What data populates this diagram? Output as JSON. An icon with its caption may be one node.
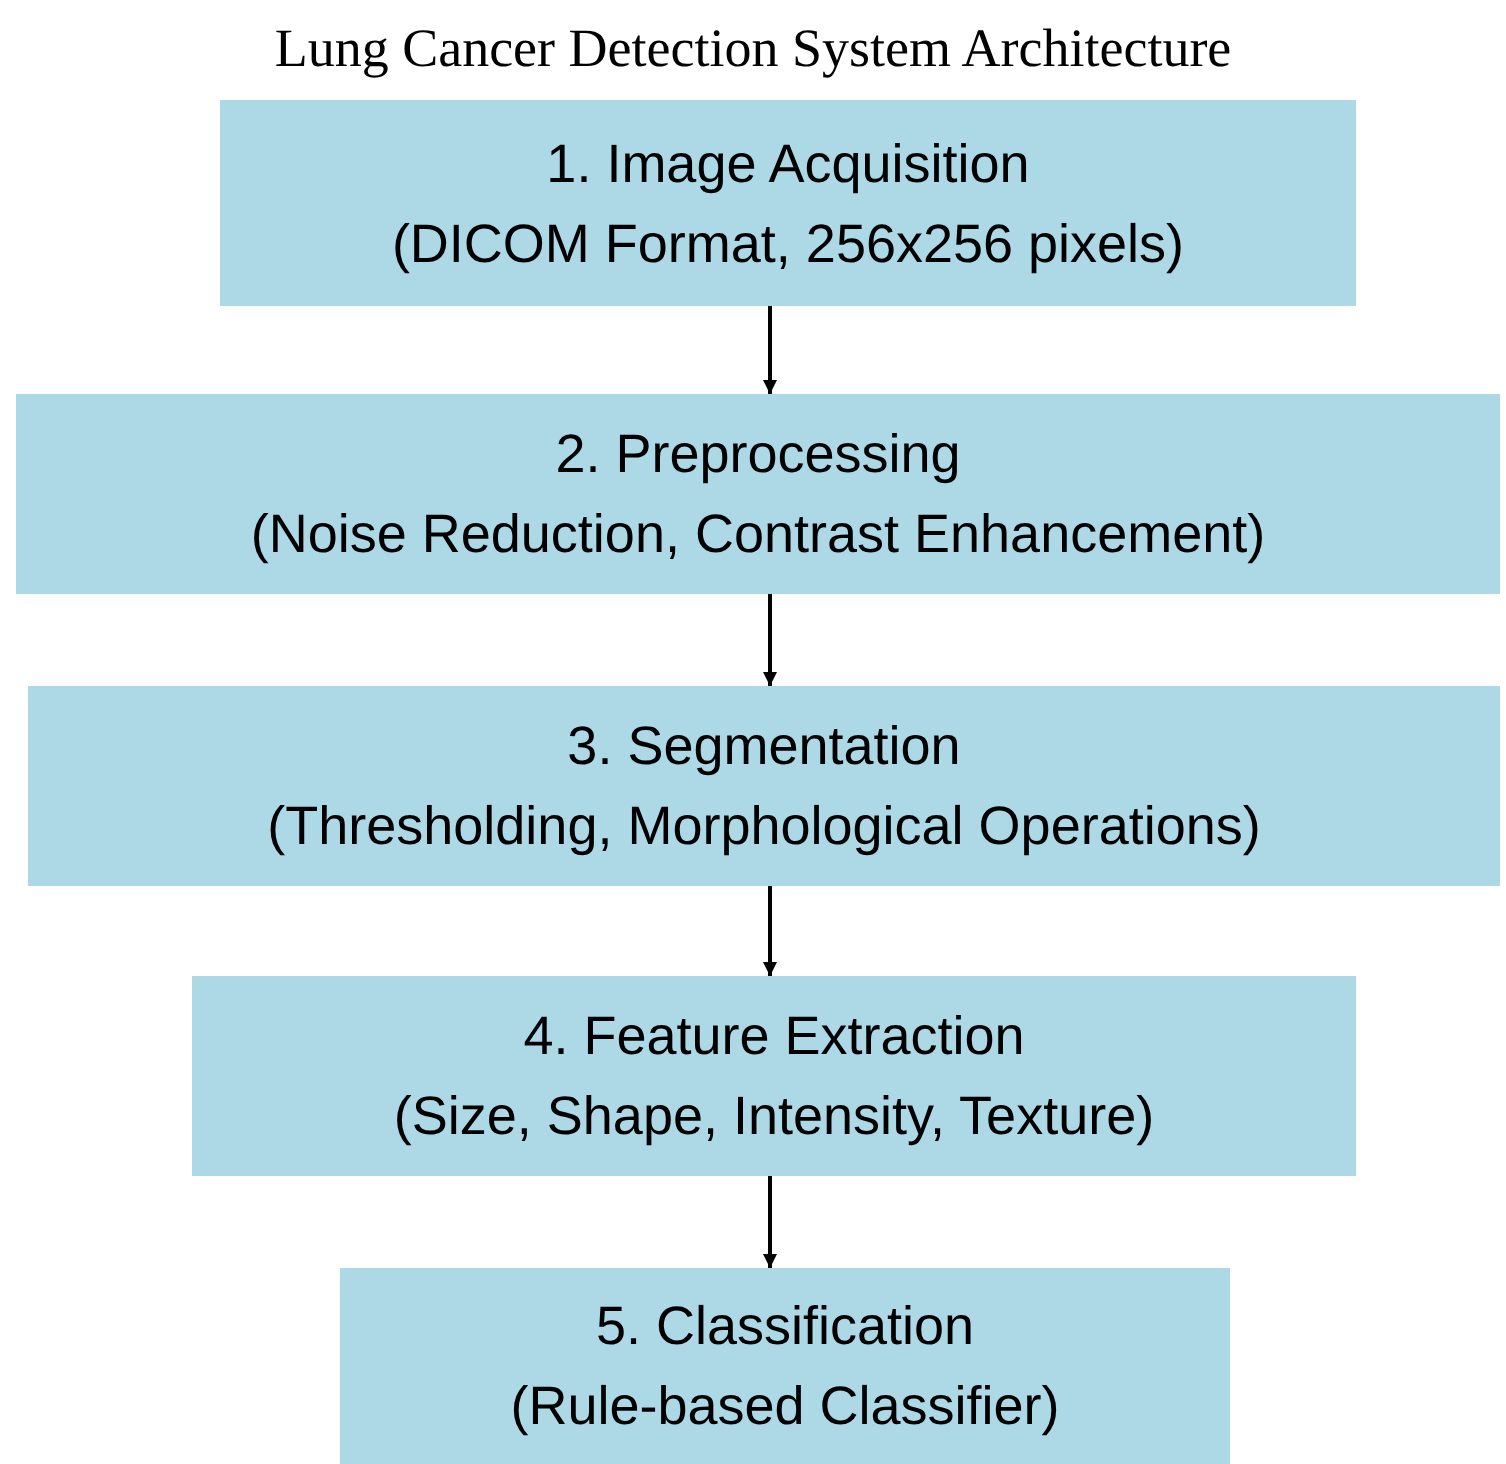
{
  "diagram": {
    "title": "Lung Cancer Detection System Architecture",
    "nodes": [
      {
        "text": [
          "1. Image Acquisition",
          "(DICOM Format, 256x256 pixels)"
        ]
      },
      {
        "text": [
          "2. Preprocessing",
          "(Noise Reduction, Contrast Enhancement)"
        ]
      },
      {
        "text": [
          "3. Segmentation",
          "(Thresholding, Morphological Operations)"
        ]
      },
      {
        "text": [
          "4. Feature Extraction",
          "(Size, Shape, Intensity, Texture)"
        ]
      },
      {
        "text": [
          "5. Classification",
          "(Rule-based Classifier)"
        ]
      }
    ],
    "edges": [
      {
        "from": 0,
        "to": 1,
        "arrow": "to"
      },
      {
        "from": 1,
        "to": 2,
        "arrow": "to"
      },
      {
        "from": 2,
        "to": 3,
        "arrow": "to"
      },
      {
        "from": 3,
        "to": 4,
        "arrow": "to"
      }
    ]
  }
}
